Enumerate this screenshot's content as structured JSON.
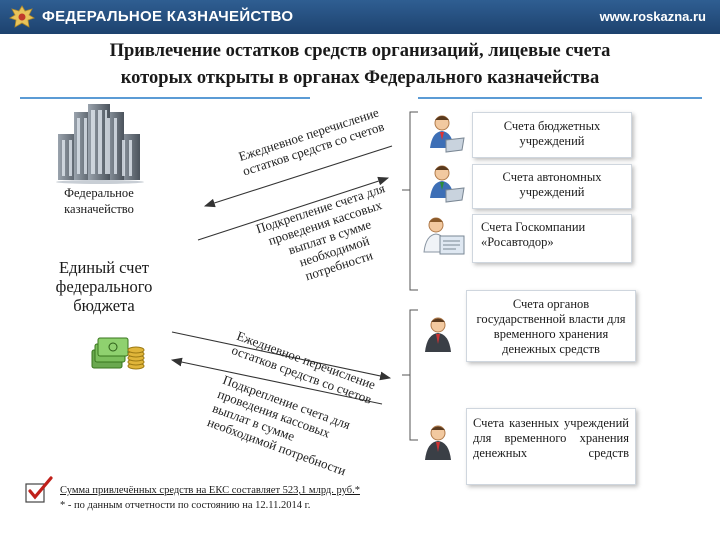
{
  "header": {
    "brand": "ФЕДЕРАЛЬНОЕ КАЗНАЧЕЙСТВО",
    "site": "www.roskazna.ru",
    "emblem_icon": "eagle-emblem-icon"
  },
  "title_lines": [
    "Привлечение остатков  средств организаций, лицевые счета",
    "которых открыты в органах Федерального казначейства"
  ],
  "treasury": {
    "label_lines": [
      "Федеральное",
      "казначейство"
    ],
    "icon": "office-buildings-icon"
  },
  "budget": {
    "label_lines": [
      "Единый счет",
      "федерального",
      "бюджета"
    ],
    "icon": "money-stacks-icon"
  },
  "upper_arrow_text": {
    "daily": [
      "Ежедневное перечисление",
      "остатков средств со счетов"
    ],
    "reinforce": [
      "Подкрепление счета для",
      "проведения кассовых",
      "выплат в сумме",
      "необходимой",
      "потребности"
    ]
  },
  "lower_arrow_text": {
    "daily": [
      "Ежедневное перечисление",
      "остатков средств со счетов"
    ],
    "reinforce": [
      "Подкрепление счета для",
      "проведения кассовых",
      "выплат в сумме",
      "необходимой потребности"
    ]
  },
  "accounts": [
    {
      "text": "Счета бюджетных учреждений",
      "icon": "person-laptop-icon"
    },
    {
      "text": "Счета автономных учреждений",
      "icon": "person-laptop-icon"
    },
    {
      "text": "Счета  Госкомпании «Росавтодор»",
      "icon": "person-document-icon"
    },
    {
      "text": "Счета органов государственной власти для временного хранения денежных средств",
      "icon": "person-icon"
    },
    {
      "text": "Счета казенных учреждений для временного хранения денежных средств",
      "icon": "person-icon"
    }
  ],
  "footnote": {
    "sum_text": "Сумма привлечённых средств на ЕКС составляет 523,1 млрд. руб.*",
    "note_text": "* - по данным отчетности по состоянию на 12.11.2014 г.",
    "icon": "checkmark-icon"
  },
  "colors": {
    "header": "#1d426e",
    "accent_line": "#5b9bd5",
    "arrow": "#333333"
  }
}
